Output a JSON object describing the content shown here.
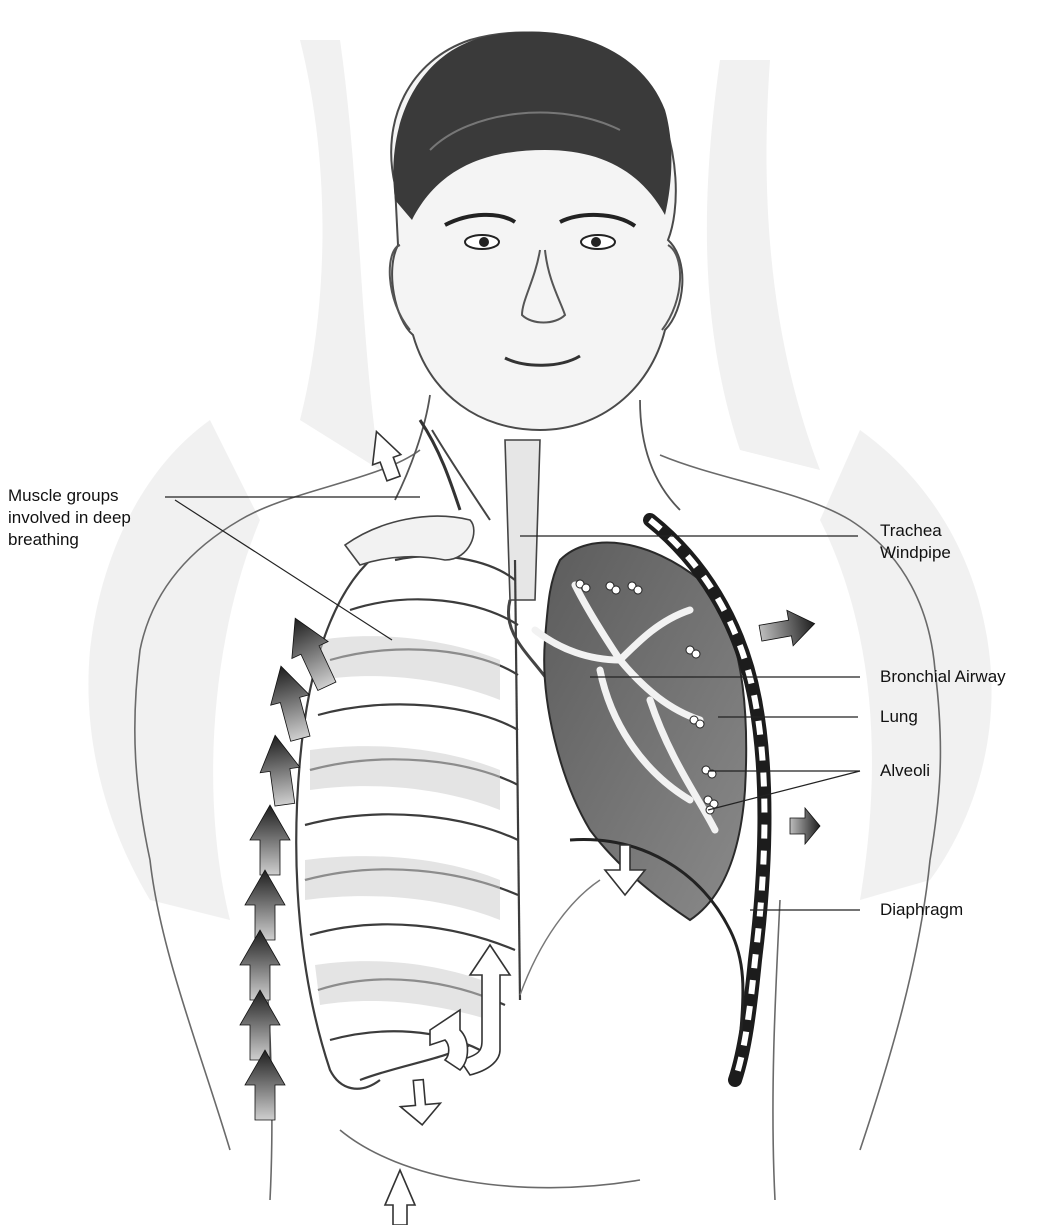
{
  "labels": {
    "muscle_groups": [
      "Muscle groups",
      "involved in deep",
      "breathing"
    ],
    "trachea": [
      "Trachea",
      "Windpipe"
    ],
    "bronchial_airway": "Bronchial Airway",
    "lung": "Lung",
    "alveoli": "Alveoli",
    "diaphragm": "Diaphragm"
  },
  "colors": {
    "pencil": "#2b2b2b",
    "shade": "#9a9a9a",
    "light_shade": "#d8d8d8",
    "lung_fill": "#6e6e6e",
    "arrow_dark": "#222222",
    "leader_line": "#222222"
  }
}
